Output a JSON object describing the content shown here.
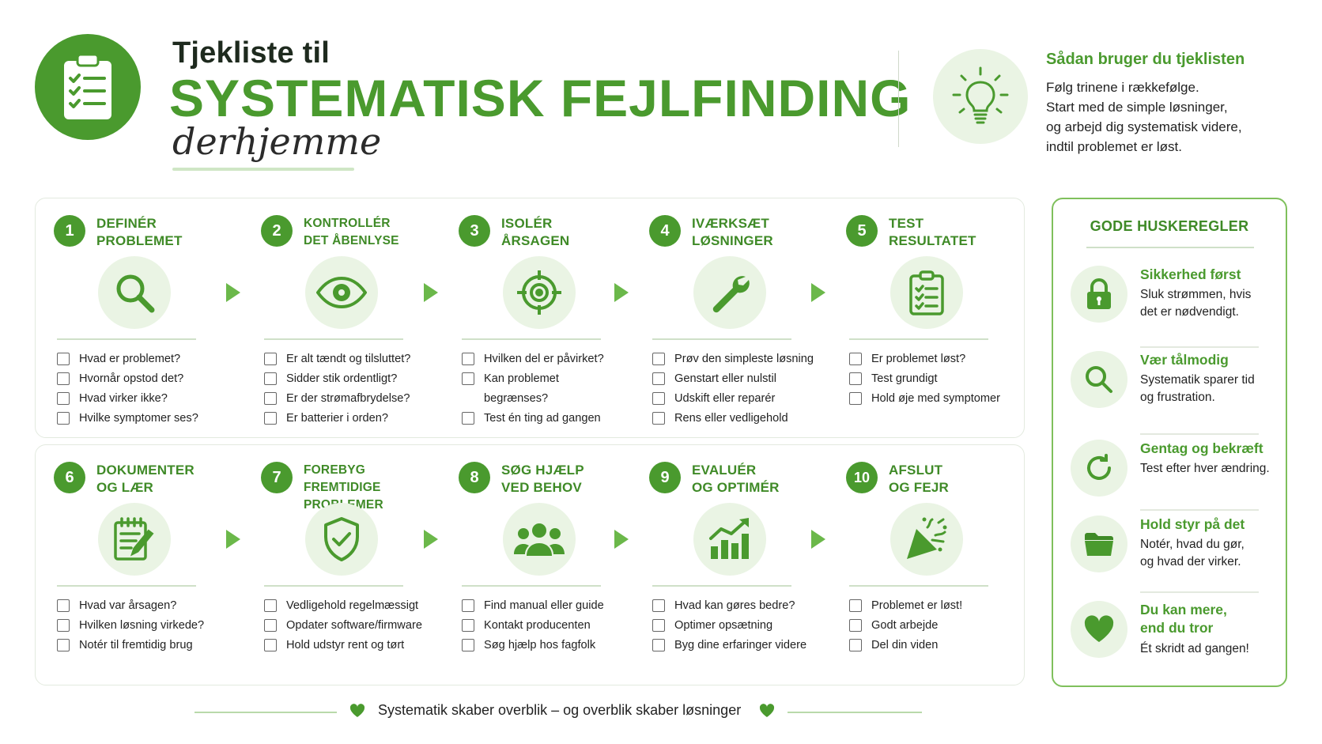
{
  "header": {
    "title_line1": "Tjekliste til",
    "title_line2": "SYSTEMATISK FEJLFINDING",
    "title_script": "derhjemme",
    "logo_icon": "clipboard-checklist-icon",
    "howto": {
      "icon": "lightbulb-icon",
      "title": "Sådan bruger du tjeklisten",
      "body": "Følg trinene i rækkefølge.\nStart med de simple løsninger,\nog arbejd dig systematisk videre,\nindtil problemet er løst."
    }
  },
  "steps": [
    {
      "num": "1",
      "title": "DEFINÉR\nPROBLEMET",
      "icon": "magnifier-icon",
      "items": [
        "Hvad er problemet?",
        "Hvornår opstod det?",
        "Hvad virker ikke?",
        "Hvilke symptomer ses?"
      ]
    },
    {
      "num": "2",
      "title": "KONTROLLÉR\nDET ÅBENLYSE",
      "icon": "eye-icon",
      "items": [
        "Er alt tændt og tilsluttet?",
        "Sidder stik ordentligt?",
        "Er der strømafbrydelse?",
        "Er batterier i orden?"
      ]
    },
    {
      "num": "3",
      "title": "ISOLÉR\nÅRSAGEN",
      "icon": "target-icon",
      "items": [
        "Hvilken del er påvirket?",
        "Kan problemet",
        "Test én ting ad gangen"
      ],
      "continuation": "begrænses?"
    },
    {
      "num": "4",
      "title": "IVÆRKSÆT\nLØSNINGER",
      "icon": "wrench-icon",
      "items": [
        "Prøv den simpleste løsning",
        "Genstart eller nulstil",
        "Udskift eller reparér",
        "Rens eller vedligehold"
      ]
    },
    {
      "num": "5",
      "title": "TEST\nRESULTATET",
      "icon": "clipboard-check-icon",
      "items": [
        "Er problemet løst?",
        "Test grundigt",
        "Hold øje med symptomer"
      ]
    },
    {
      "num": "6",
      "title": "DOKUMENTER\nOG LÆR",
      "icon": "notepad-pencil-icon",
      "items": [
        "Hvad var årsagen?",
        "Hvilken løsning virkede?",
        "Notér til fremtidig brug"
      ]
    },
    {
      "num": "7",
      "title": "FOREBYG\nFREMTIDIGE PROBLEMER",
      "icon": "shield-check-icon",
      "items": [
        "Vedligehold regelmæssigt",
        "Opdater software/firmware",
        "Hold udstyr rent og tørt"
      ]
    },
    {
      "num": "8",
      "title": "SØG HJÆLP\nVED BEHOV",
      "icon": "people-group-icon",
      "items": [
        "Find manual eller guide",
        "Kontakt producenten",
        "Søg hjælp hos fagfolk"
      ]
    },
    {
      "num": "9",
      "title": "EVALUÉR\nOG OPTIMÉR",
      "icon": "bar-chart-growth-icon",
      "items": [
        "Hvad kan gøres bedre?",
        "Optimer opsætning",
        "Byg dine erfaringer videre"
      ]
    },
    {
      "num": "10",
      "title": "AFSLUT\nOG FEJR",
      "icon": "party-popper-icon",
      "items": [
        "Problemet er løst!",
        "Godt arbejde",
        "Del din viden"
      ]
    }
  ],
  "sidebar": {
    "title": "GODE HUSKEREGLER",
    "rules": [
      {
        "icon": "padlock-icon",
        "title": "Sikkerhed først",
        "body": "Sluk strømmen, hvis\ndet er nødvendigt."
      },
      {
        "icon": "magnifier-icon",
        "title": "Vær tålmodig",
        "body": "Systematik sparer tid\nog frustration."
      },
      {
        "icon": "refresh-icon",
        "title": "Gentag og bekræft",
        "body": "Test efter hver ændring."
      },
      {
        "icon": "folder-icon",
        "title": "Hold styr på det",
        "body": "Notér, hvad du gør,\nog hvad der virker."
      },
      {
        "icon": "heart-icon",
        "title": "Du kan mere,\nend du tror",
        "body": "Ét skridt ad gangen!"
      }
    ]
  },
  "footer": {
    "text": "Systematik skaber overblik – og overblik skaber løsninger",
    "icon": "heart-icon"
  },
  "colors": {
    "accent": "#4a9a2e",
    "accent_light": "#eaf4e4",
    "border": "#e3eadf"
  }
}
